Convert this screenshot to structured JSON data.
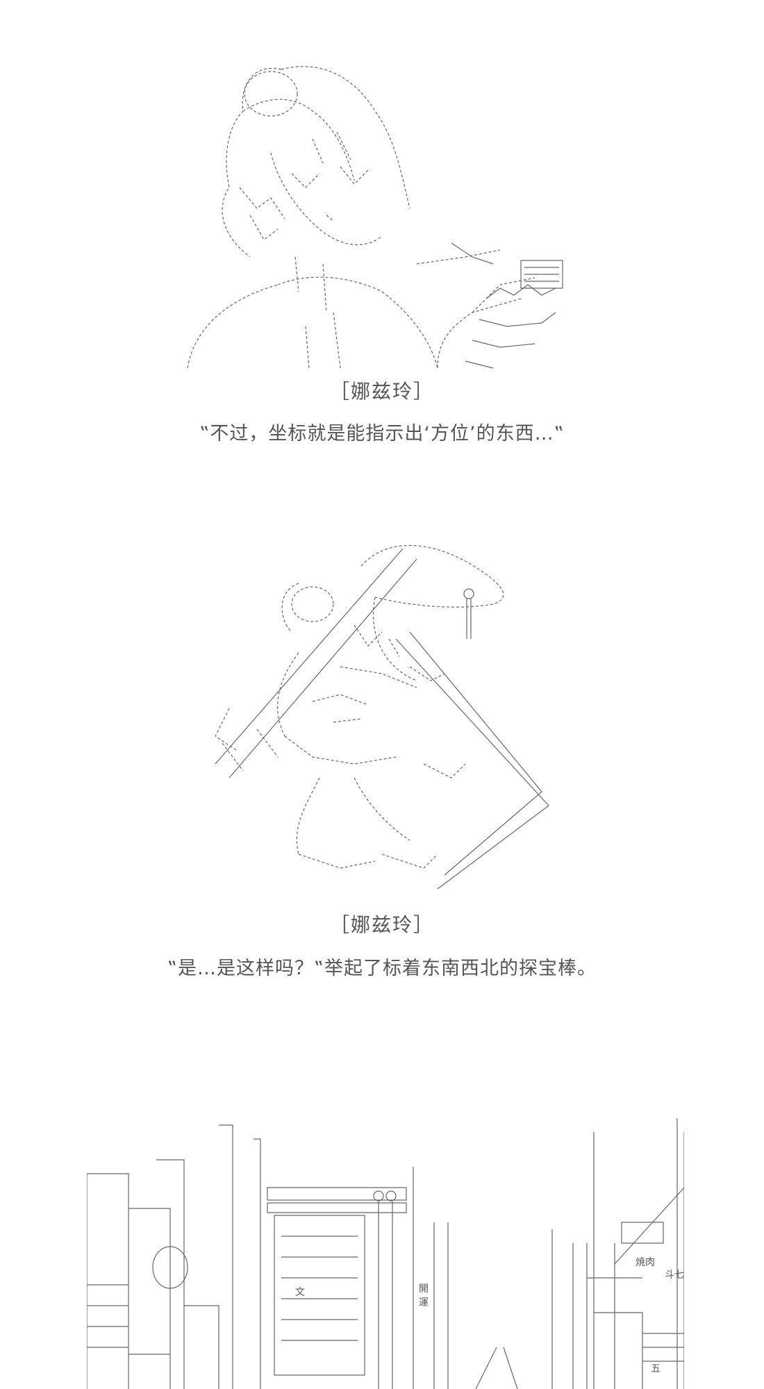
{
  "panels": [
    {
      "speaker": "［娜兹玲］",
      "line": "‟不过，坐标就是能指示出‘方位’的东西…‟",
      "art_icon": "girl-with-map-ascii-art"
    },
    {
      "speaker": "［娜兹玲］",
      "line": "‟是…是这样吗？‟举起了标着东南西北的探宝棒。",
      "art_icon": "girl-with-dowsing-rod-ascii-art"
    },
    {
      "signs": [
        "開",
        "運",
        "焼肉",
        "斗七",
        "五",
        "文"
      ],
      "art_icon": "city-street-ascii-art"
    }
  ],
  "colors": {
    "ink": "#555555",
    "background": "#ffffff"
  }
}
